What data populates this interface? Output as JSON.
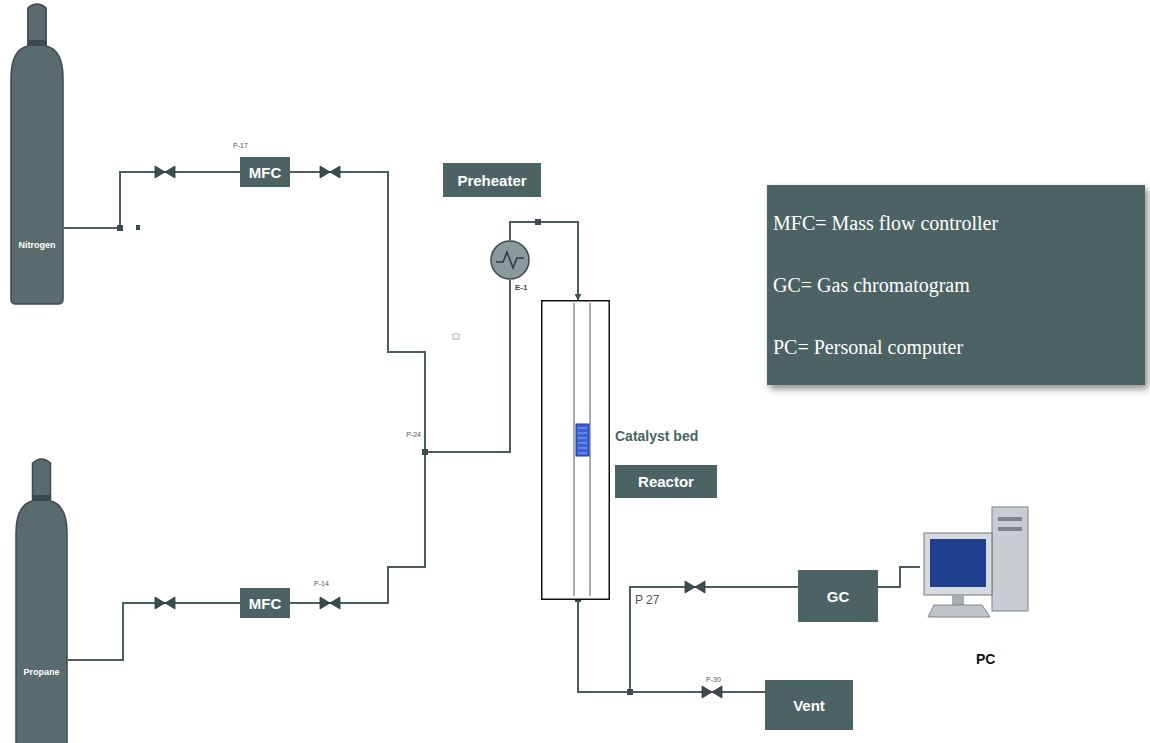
{
  "diagram": {
    "nodes": [
      {
        "text": [
          "Nitrogen"
        ]
      },
      {
        "text": [
          "MFC"
        ]
      },
      {
        "text": [
          "Propane"
        ]
      },
      {
        "text": [
          "MFC"
        ]
      },
      {
        "text": [
          "Preheater"
        ]
      },
      {
        "text": [
          "E-1"
        ]
      },
      {
        "text": [
          "Catalyst bed"
        ]
      },
      {
        "text": [
          "Reactor"
        ]
      },
      {
        "text": [
          "GC"
        ]
      },
      {
        "text": [
          "PC"
        ]
      },
      {
        "text": [
          "Vent"
        ]
      },
      {
        "text": [
          "MFC= Mass flow controller",
          "GC= Gas chromatogram",
          "PC= Personal computer"
        ]
      }
    ],
    "edges": [
      {
        "from": 0,
        "to": 1,
        "arrow": "none"
      },
      {
        "from": 2,
        "to": 3,
        "arrow": "none"
      },
      {
        "from": 1,
        "to": 5,
        "arrow": "none"
      },
      {
        "from": 3,
        "to": 5,
        "arrow": "none"
      },
      {
        "from": 5,
        "to": 6,
        "arrow": "to"
      },
      {
        "from": 6,
        "to": 8,
        "arrow": "none"
      },
      {
        "from": 6,
        "to": 10,
        "arrow": "none"
      },
      {
        "from": 8,
        "to": 9,
        "arrow": "none"
      }
    ],
    "labels": [
      "P-17",
      "P-14",
      "P-24",
      "P 27",
      "P-30"
    ]
  }
}
